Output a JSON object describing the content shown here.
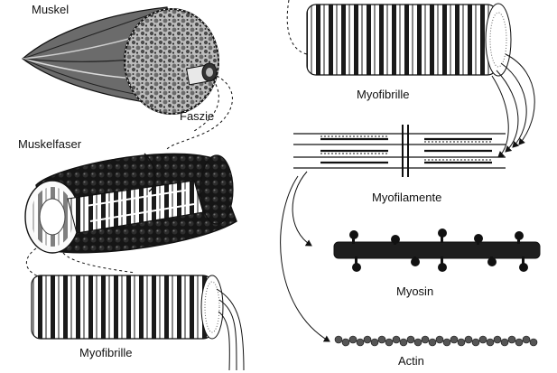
{
  "labels": {
    "muskel": "Muskel",
    "faszie": "Faszie",
    "muskelfaser": "Muskelfaser",
    "myofibrille_left": "Myofibrille",
    "myofibrille_right": "Myofibrille",
    "myofilamente": "Myofilamente",
    "myosin": "Myosin",
    "actin": "Actin"
  },
  "colors": {
    "ink": "#111111",
    "muscle_shade": "#3a3a3a",
    "fiber_dark": "#1c1c1c",
    "paper": "#ffffff",
    "band_light": "#d9d9d9"
  }
}
